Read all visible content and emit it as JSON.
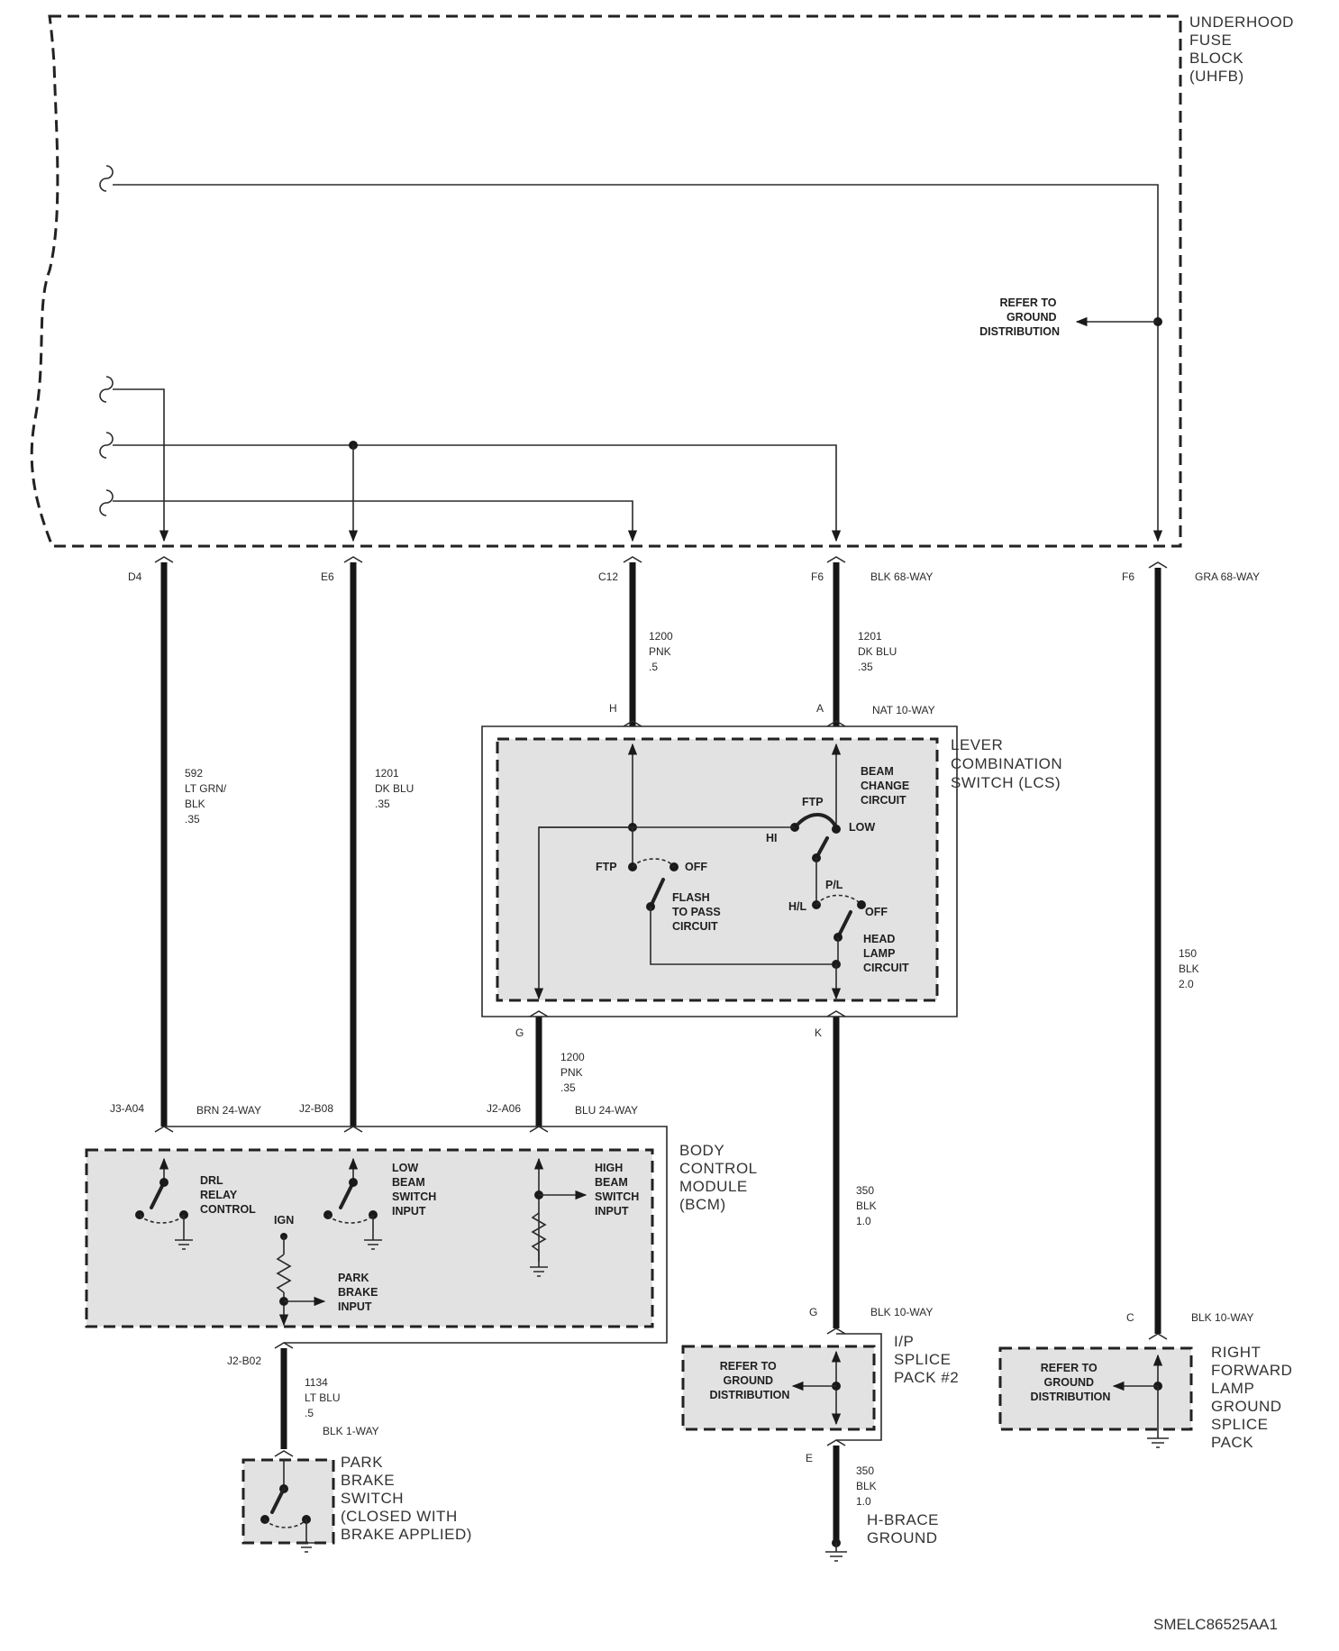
{
  "uhfb": {
    "title": [
      "UNDERHOOD",
      "FUSE",
      "BLOCK",
      "(UHFB)"
    ],
    "ground_ref": [
      "REFER TO",
      "GROUND",
      "DISTRIBUTION"
    ]
  },
  "pins_top": {
    "d4": "D4",
    "e6": "E6",
    "c12": "C12",
    "f6": "F6",
    "f6b": "F6",
    "conn_f6": "BLK 68-WAY",
    "conn_f6b": "GRA 68-WAY"
  },
  "wires": {
    "w592": [
      "592",
      "LT GRN/",
      "BLK",
      ".35"
    ],
    "w1201_bcm": [
      "1201",
      "DK BLU",
      ".35"
    ],
    "w1200_top": [
      "1200",
      "PNK",
      ".5"
    ],
    "w1201_top": [
      "1201",
      "DK BLU",
      ".35"
    ],
    "w1200_bot": [
      "1200",
      "PNK",
      ".35"
    ],
    "w150": [
      "150",
      "BLK",
      "2.0"
    ],
    "w350_top": [
      "350",
      "BLK",
      "1.0"
    ],
    "w350_bot": [
      "350",
      "BLK",
      "1.0"
    ],
    "w1134": [
      "1134",
      "LT BLU",
      ".5"
    ]
  },
  "lcs": {
    "pin_h": "H",
    "pin_a": "A",
    "pin_g": "G",
    "pin_k": "K",
    "conn": "NAT 10-WAY",
    "title": [
      "LEVER",
      "COMBINATION",
      "SWITCH (LCS)"
    ],
    "beam": [
      "BEAM",
      "CHANGE",
      "CIRCUIT"
    ],
    "ftp_beam": "FTP",
    "hi": "HI",
    "low": "LOW",
    "ftp_flash": "FTP",
    "off_flash": "OFF",
    "flash": [
      "FLASH",
      "TO PASS",
      "CIRCUIT"
    ],
    "pl": "P/L",
    "hl": "H/L",
    "off_head": "OFF",
    "head": [
      "HEAD",
      "LAMP",
      "CIRCUIT"
    ]
  },
  "bcm": {
    "pin_j3": "J3-A04",
    "conn_j3": "BRN 24-WAY",
    "pin_j2b08": "J2-B08",
    "pin_j2a06": "J2-A06",
    "conn_j2a06": "BLU 24-WAY",
    "title": [
      "BODY",
      "CONTROL",
      "MODULE",
      "(BCM)"
    ],
    "drl": [
      "DRL",
      "RELAY",
      "CONTROL"
    ],
    "low": [
      "LOW",
      "BEAM",
      "SWITCH",
      "INPUT"
    ],
    "high": [
      "HIGH",
      "BEAM",
      "SWITCH",
      "INPUT"
    ],
    "ign": "IGN",
    "park": [
      "PARK",
      "BRAKE",
      "INPUT"
    ],
    "pin_j2b02": "J2-B02"
  },
  "park_switch": {
    "conn": "BLK 1-WAY",
    "title": [
      "PARK",
      "BRAKE",
      "SWITCH",
      "(CLOSED WITH",
      "BRAKE APPLIED)"
    ]
  },
  "splice2": {
    "pin_g": "G",
    "conn_g": "BLK 10-WAY",
    "pin_e": "E",
    "ref": [
      "REFER TO",
      "GROUND",
      "DISTRIBUTION"
    ],
    "title": [
      "I/P",
      "SPLICE",
      "PACK #2"
    ]
  },
  "rf_splice": {
    "pin_c": "C",
    "conn_c": "BLK 10-WAY",
    "ref": [
      "REFER TO",
      "GROUND",
      "DISTRIBUTION"
    ],
    "title": [
      "RIGHT",
      "FORWARD",
      "LAMP",
      "GROUND",
      "SPLICE",
      "PACK"
    ]
  },
  "hbrace": [
    "H-BRACE",
    "GROUND"
  ],
  "doc_code": "SMELC86525AA1",
  "colors": {
    "wire": "#161616",
    "box_fill": "#e2e2e2",
    "uhfb_fill": "#dcdcdc"
  }
}
